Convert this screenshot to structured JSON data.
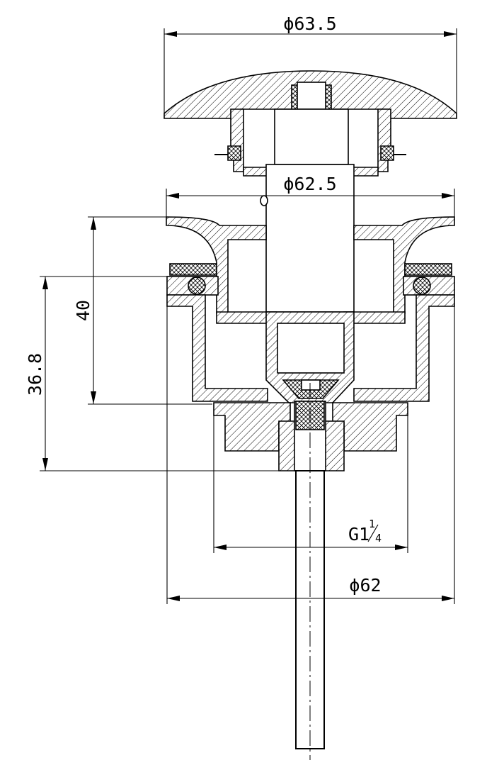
{
  "drawing": {
    "dimensions": {
      "cap_diameter": "ϕ63.5",
      "flange_diameter": "ϕ62.5",
      "body_height": "40",
      "total_height": "36.8",
      "thread_main": "G1",
      "thread_num": "1",
      "thread_den": "4",
      "base_diameter": "ϕ62"
    }
  }
}
